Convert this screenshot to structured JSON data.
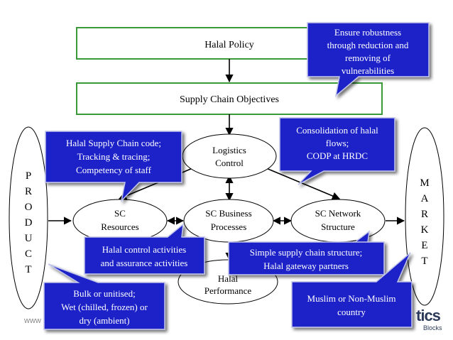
{
  "boxes": {
    "halal_policy": "Halal Policy",
    "sc_objectives": "Supply Chain Objectives"
  },
  "nodes": {
    "logistics_control": [
      "Logistics",
      "Control"
    ],
    "sc_resources": [
      "SC",
      "Resources"
    ],
    "sc_business_processes": [
      "SC Business",
      "Processes"
    ],
    "sc_network_structure": [
      "SC Network",
      "Structure"
    ],
    "halal_performance": [
      "Halal",
      "Performance"
    ]
  },
  "side_labels": {
    "product": [
      "P",
      "R",
      "O",
      "D",
      "U",
      "C",
      "T"
    ],
    "market": [
      "M",
      "A",
      "R",
      "K",
      "E",
      "T"
    ]
  },
  "callouts": {
    "robustness": [
      "Ensure robustness",
      "through reduction and",
      "removing of",
      "vulnerabilities"
    ],
    "consolidation": [
      "Consolidation of halal",
      "flows;",
      "CODP at HRDC"
    ],
    "halal_code": [
      "Halal Supply Chain code;",
      "Tracking & tracing;",
      "Competency of staff"
    ],
    "control_activities": [
      "Halal control activities",
      "and assurance activities"
    ],
    "simple_structure": [
      "Simple supply chain structure;",
      "Halal gateway partners"
    ],
    "bulk": [
      "Bulk or unitised;",
      "Wet (chilled, frozen) or",
      "dry (ambient)"
    ],
    "muslim": [
      "Muslim or Non-Muslim",
      "country"
    ]
  },
  "footer": {
    "url_fragment": "www",
    "logo_text": "tics",
    "logo_sub": "Blocks"
  },
  "colors": {
    "box_border": "#3a9a3a",
    "callout_fill": "#1e22c8",
    "callout_border": "#bfc3e8",
    "callout_text": "#ffffff",
    "arrow": "#000000"
  }
}
